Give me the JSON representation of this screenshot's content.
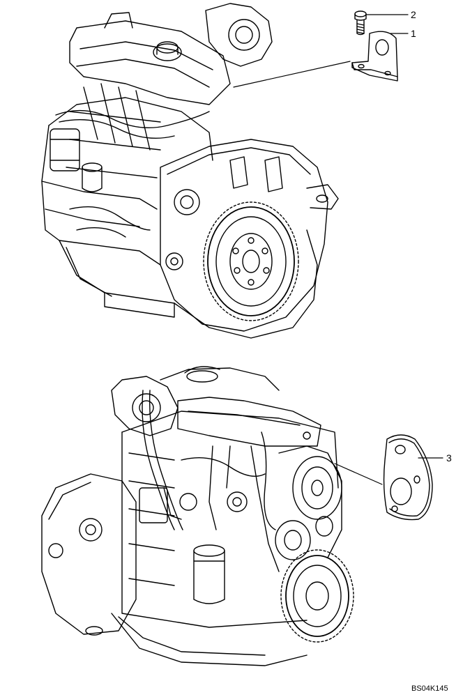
{
  "callouts": {
    "one": "1",
    "two": "2",
    "three": "3"
  },
  "reference_code": "BS04K145",
  "icons": {
    "top_engine": "engine-rear-view-illustration",
    "bottom_engine": "engine-front-view-illustration",
    "bolt": "bolt-icon",
    "bracket": "lifting-bracket-icon",
    "plate": "cover-plate-icon"
  },
  "colors": {
    "line": "#000000",
    "background": "#ffffff"
  }
}
